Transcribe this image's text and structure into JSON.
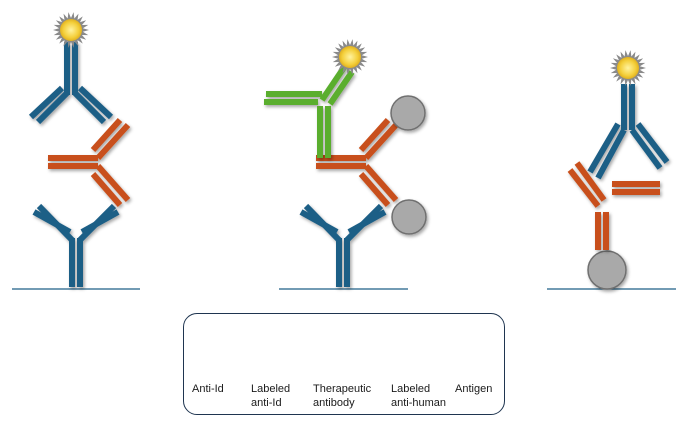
{
  "colors": {
    "anti_id": "#1f5f86",
    "therapeutic": "#c8501a",
    "anti_human": "#5aae2e",
    "antigen": "#a9a9a9",
    "label": "#f4cf3a",
    "surface_line": "#1f5f86"
  },
  "legend": {
    "items": [
      {
        "label": "Anti-Id",
        "icon": "anti-id-antibody-icon"
      },
      {
        "label": "Labeled\nanti-Id",
        "icon": "labeled-anti-id-icon"
      },
      {
        "label": "Therapeutic\nantibody",
        "icon": "therapeutic-antibody-icon"
      },
      {
        "label": "Labeled\nanti-human",
        "icon": "labeled-anti-human-icon"
      },
      {
        "label": "Antigen",
        "icon": "antigen-icon"
      }
    ]
  }
}
